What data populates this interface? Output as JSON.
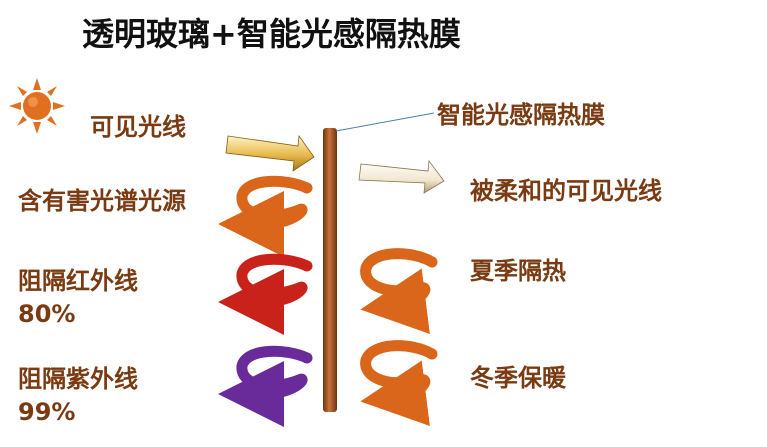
{
  "title": "透明玻璃+智能光感隔热膜",
  "film_label": "智能光感隔热膜",
  "left": {
    "visible_light": "可见光线",
    "harmful": "含有害光谱光源",
    "ir_block": "阻隔红外线",
    "ir_pct": "80%",
    "uv_block": "阻隔紫外线",
    "uv_pct": "99%"
  },
  "right": {
    "soft_light": "被柔和的可见光线",
    "summer": "夏季隔热",
    "winter": "冬季保暖"
  },
  "icons": {
    "sun": "sun-icon"
  },
  "colors": {
    "title": "#111111",
    "label": "#7a3b12",
    "sun": "#e07020",
    "film": "#a0521c",
    "gold": "#e6b84a",
    "cream": "#f1e7cf",
    "orange": "#d9661a",
    "red": "#c8221a",
    "purple": "#6a2b9a"
  }
}
